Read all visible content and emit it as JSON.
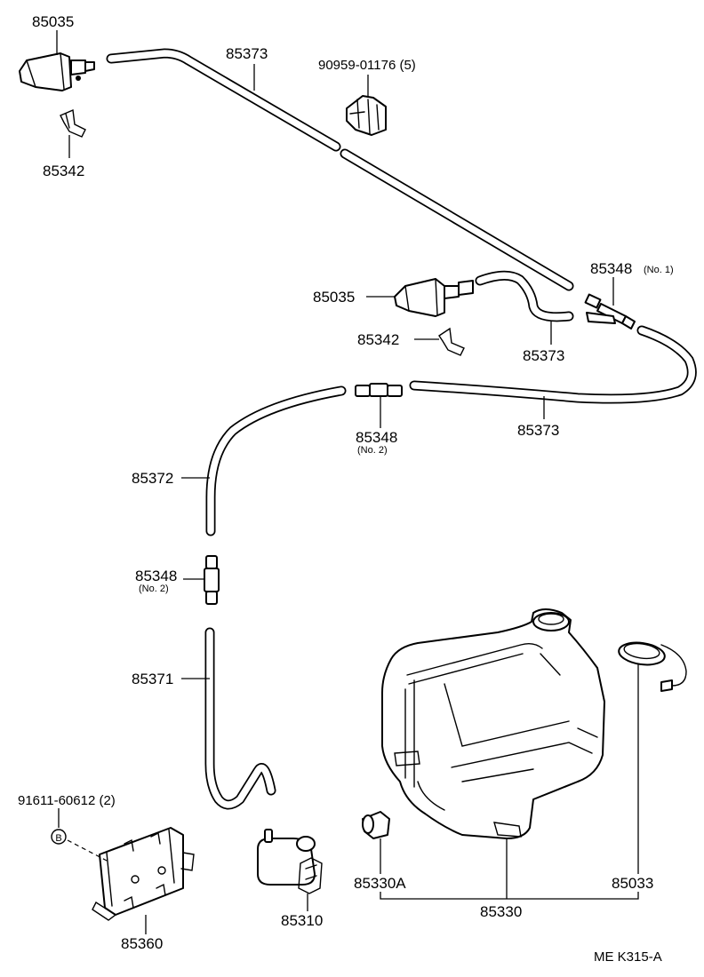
{
  "labels": {
    "nozzle_upper": "85035",
    "clip_upper": "85342",
    "hose_top": "85373",
    "clamp": "90959-01176 (5)",
    "nozzle_mid": "85035",
    "clip_mid": "85342",
    "hose_mid": "85373",
    "joint_no1": "85348",
    "joint_no1_sub": "(No. 1)",
    "hose_right": "85373",
    "joint_no2": "85348",
    "joint_no2_sub": "(No. 2)",
    "hose_85372": "85372",
    "joint_no2b": "85348",
    "joint_no2b_sub": "(No. 2)",
    "hose_85371": "85371",
    "bolt": "91611-60612 (2)",
    "bolt_mark": "B",
    "bracket": "85360",
    "pump": "85310",
    "grommet": "85330A",
    "tank": "85330",
    "cap": "85033",
    "ref_code": "ME  K315-A"
  }
}
